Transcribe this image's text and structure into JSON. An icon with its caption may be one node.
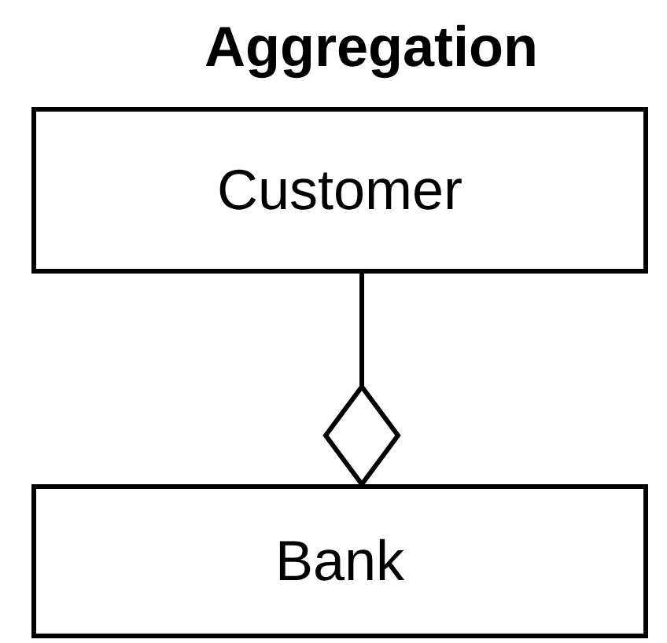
{
  "diagram": {
    "title": "Aggregation",
    "nodes": [
      {
        "text": [
          "Customer"
        ]
      },
      {
        "text": [
          "Bank"
        ]
      }
    ],
    "edges": [
      {
        "from": 0,
        "to": 1,
        "arrow": "other"
      }
    ]
  }
}
